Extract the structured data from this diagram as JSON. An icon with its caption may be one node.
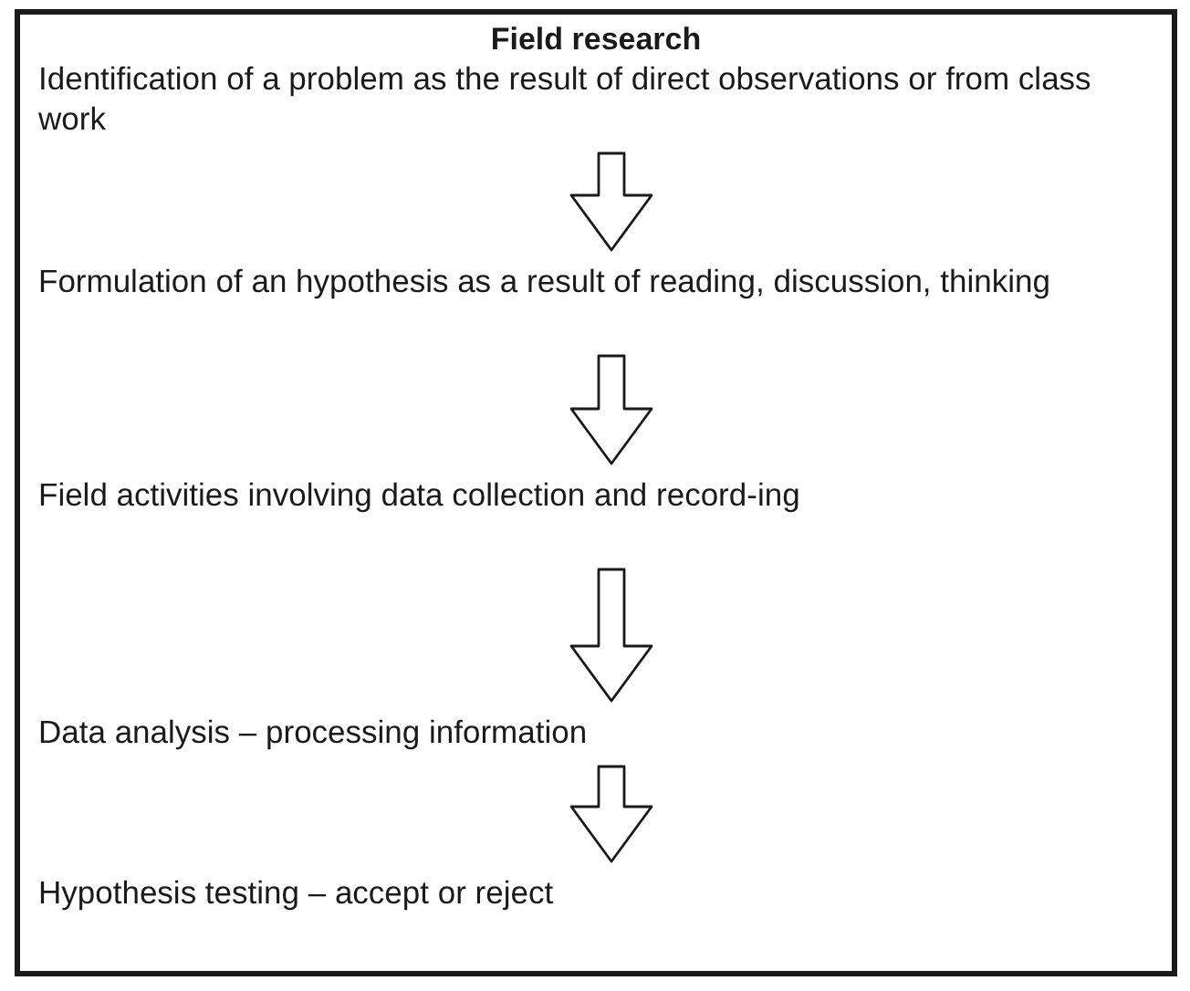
{
  "diagram": {
    "nodes": [
      {
        "text": [
          "Field research"
        ]
      },
      {
        "text": [
          "Identification of a problem as the result of direct observations or from class work"
        ],
        "in": 0
      },
      {
        "text": [
          "Formulation of an hypothesis as a result of reading, discussion, thinking"
        ],
        "in": 0
      },
      {
        "text": [
          "Field activities involving data collection and record-ing"
        ],
        "in": 0
      },
      {
        "text": [
          "Data analysis – processing information"
        ],
        "in": 0
      },
      {
        "text": [
          "Hypothesis testing – accept or reject"
        ],
        "in": 0
      }
    ],
    "edges": [
      {
        "from": 1,
        "to": 2,
        "arrow": "to"
      },
      {
        "from": 2,
        "to": 3,
        "arrow": "to"
      },
      {
        "from": 3,
        "to": 4,
        "arrow": "to"
      },
      {
        "from": 4,
        "to": 5,
        "arrow": "to"
      }
    ]
  }
}
